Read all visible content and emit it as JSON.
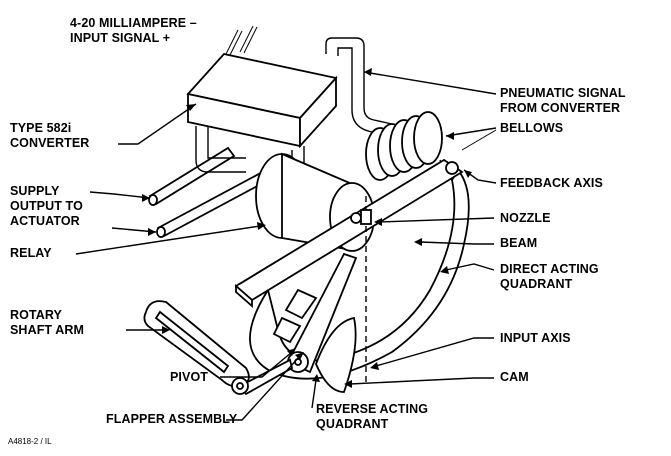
{
  "labels": {
    "input_signal": [
      "4-20 MILLIAMPERE –",
      "INPUT SIGNAL +"
    ],
    "pneumatic_signal": [
      "PNEUMATIC SIGNAL",
      "FROM CONVERTER"
    ],
    "bellows": [
      "BELLOWS"
    ],
    "converter": [
      "TYPE 582i",
      "CONVERTER"
    ],
    "feedback_axis": [
      "FEEDBACK AXIS"
    ],
    "supply_output": [
      "SUPPLY",
      "OUTPUT TO",
      "ACTUATOR"
    ],
    "nozzle": [
      "NOZZLE"
    ],
    "beam": [
      "BEAM"
    ],
    "relay": [
      "RELAY"
    ],
    "direct_acting_quadrant": [
      "DIRECT ACTING",
      "QUADRANT"
    ],
    "rotary_shaft_arm": [
      "ROTARY",
      "SHAFT ARM"
    ],
    "input_axis": [
      "INPUT AXIS"
    ],
    "cam": [
      "CAM"
    ],
    "pivot": [
      "PIVOT"
    ],
    "flapper_assembly": [
      "FLAPPER ASSEMBLY"
    ],
    "reverse_acting_quadrant": [
      "REVERSE ACTING",
      "QUADRANT"
    ]
  },
  "figure_id": "A4818-2 / IL"
}
